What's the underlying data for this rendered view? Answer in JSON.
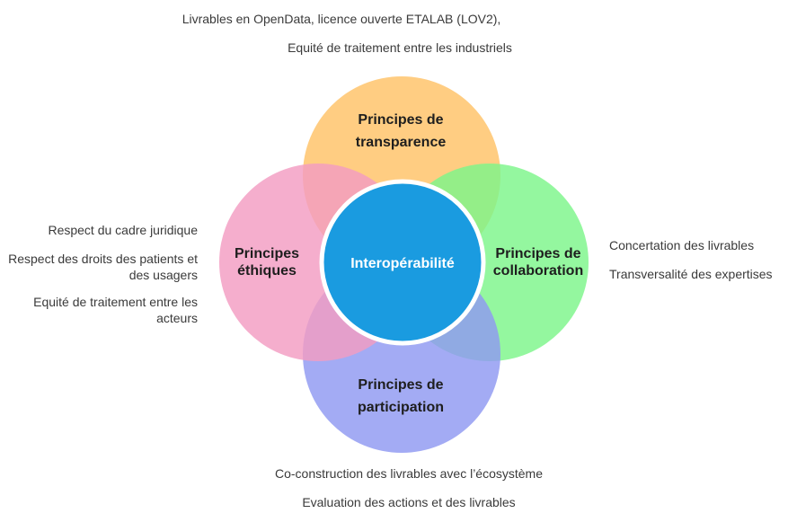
{
  "center": {
    "label": "Interopérabilité",
    "color": "#1a9be0"
  },
  "circles": {
    "transparence": {
      "label_line1": "Principes de",
      "label_line2": "transparence",
      "color": "#ffc266"
    },
    "collaboration": {
      "label_line1": "Principes de",
      "label_line2": "collaboration",
      "color": "#7df58a"
    },
    "participation": {
      "label_line1": "Principes de",
      "label_line2": "participation",
      "color": "#8f98f2"
    },
    "ethiques": {
      "label_line1": "Principes",
      "label_line2": "éthiques",
      "color": "#f39cc2"
    }
  },
  "annotations": {
    "top": {
      "line1": "Livrables en OpenData, licence ouverte ETALAB (LOV2),",
      "line2": "Equité de traitement entre les industriels"
    },
    "right": {
      "line1": "Concertation des livrables",
      "line2": "Transversalité des expertises"
    },
    "bottom": {
      "line1": "Co-construction des livrables avec l’écosystème",
      "line2": "Evaluation des actions et des livrables"
    },
    "left": {
      "item1": "Respect du cadre juridique",
      "item2_line1": "Respect des droits des patients et",
      "item2_line2": "des usagers",
      "item3_line1": "Equité de traitement entre les",
      "item3_line2": "acteurs"
    }
  }
}
